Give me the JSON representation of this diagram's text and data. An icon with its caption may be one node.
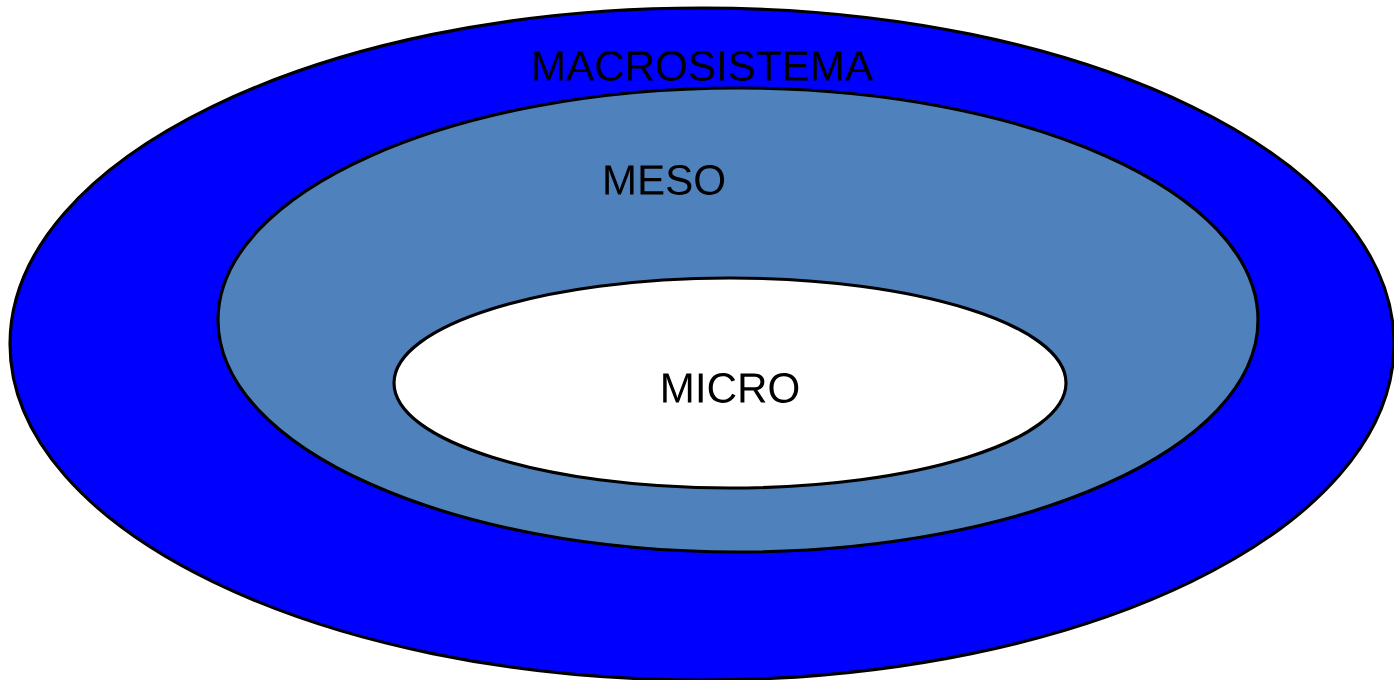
{
  "diagram": {
    "nodes": [
      {
        "text": [
          "MACROSISTEMA"
        ]
      },
      {
        "text": [
          "MESO"
        ],
        "in": 0
      },
      {
        "text": [
          "MICRO"
        ],
        "in": 1
      }
    ]
  }
}
